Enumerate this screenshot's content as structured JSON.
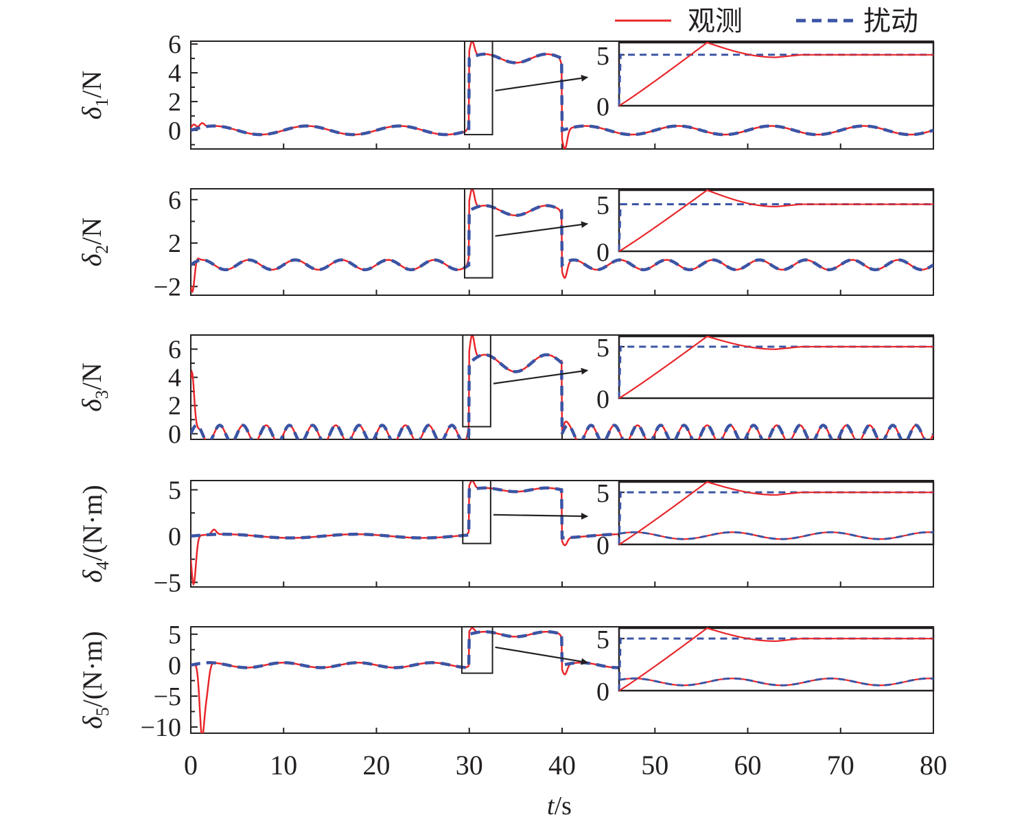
{
  "colors": {
    "observed": "#e8262a",
    "disturbance": "#3b54a4",
    "axis": "#231f20",
    "arrow": "#231f20"
  },
  "legend": {
    "observed": "观测",
    "disturbance": "扰动",
    "placement": "top-right"
  },
  "x_axis": {
    "label_italic": "t",
    "label_rest": "/s",
    "range": [
      0,
      80
    ],
    "ticks": [
      "0",
      "10",
      "20",
      "30",
      "40",
      "50",
      "60",
      "70",
      "80"
    ]
  },
  "chart_data": [
    {
      "type": "line",
      "ylabel": {
        "symbol": "δ",
        "sub": "1",
        "unit": "/N"
      },
      "ylim": [
        -1.3,
        6.2
      ],
      "yticks": [
        0,
        2,
        4,
        6
      ],
      "ytick_labels": [
        "0",
        "2",
        "4",
        "6"
      ],
      "disturbance": {
        "amplitude": 0.3,
        "frequency_hz": 0.1,
        "step_value": 5,
        "step_start": 30,
        "step_end": 40,
        "bump_amplitude": 0.3
      },
      "observed_transients": [
        {
          "t": 0.3,
          "v": 0.4
        },
        {
          "t": 1.2,
          "v": 0.5
        },
        {
          "t": 30.3,
          "v": 6.2
        },
        {
          "t": 40.3,
          "v": -1.3
        }
      ],
      "zoom_box_x": [
        29.5,
        32.5
      ],
      "zoom_box_y": [
        -0.3,
        6.2
      ],
      "inset": {
        "yticks": [
          "0",
          "5"
        ],
        "ylim": [
          0,
          6.2
        ],
        "step_value": 5,
        "observed_peak": 6.2,
        "show_oscillation": false
      }
    },
    {
      "type": "line",
      "ylabel": {
        "symbol": "δ",
        "sub": "2",
        "unit": "/N"
      },
      "ylim": [
        -2.8,
        7
      ],
      "yticks": [
        -2,
        2,
        6
      ],
      "ytick_labels": [
        "−2",
        "2",
        "6"
      ],
      "disturbance": {
        "amplitude": 0.45,
        "frequency_hz": 0.2,
        "step_value": 5,
        "step_start": 30,
        "step_end": 40,
        "bump_amplitude": 0.45
      },
      "observed_transients": [
        {
          "t": 0.2,
          "v": -2.8
        },
        {
          "t": 0.5,
          "v": 1
        },
        {
          "t": 30.3,
          "v": 7
        },
        {
          "t": 40.3,
          "v": -1.2
        }
      ],
      "zoom_box_x": [
        29.5,
        32.5
      ],
      "zoom_box_y": [
        -1.2,
        7
      ],
      "inset": {
        "yticks": [
          "0",
          "5"
        ],
        "ylim": [
          0,
          6.5
        ],
        "step_value": 5,
        "observed_peak": 6.5,
        "show_oscillation": false
      }
    },
    {
      "type": "line",
      "ylabel": {
        "symbol": "δ",
        "sub": "3",
        "unit": "/N"
      },
      "ylim": [
        -0.4,
        7
      ],
      "yticks": [
        0,
        2,
        4,
        6
      ],
      "ytick_labels": [
        "0",
        "2",
        "4",
        "6"
      ],
      "disturbance": {
        "amplitude": 0.6,
        "frequency_hz": 0.4,
        "step_value": 5,
        "step_start": 30,
        "step_end": 40,
        "bump_amplitude": 0.6
      },
      "observed_transients": [
        {
          "t": 0.1,
          "v": 4.4
        },
        {
          "t": 0.6,
          "v": 0.3
        },
        {
          "t": 30.3,
          "v": 7
        },
        {
          "t": 40.3,
          "v": 0.8
        }
      ],
      "zoom_box_x": [
        29.3,
        32.3
      ],
      "zoom_box_y": [
        0.5,
        7
      ],
      "inset": {
        "yticks": [
          "0",
          "5"
        ],
        "ylim": [
          0,
          6
        ],
        "step_value": 5,
        "observed_peak": 6,
        "show_oscillation": false
      }
    },
    {
      "type": "line",
      "ylabel": {
        "symbol": "δ",
        "sub": "4",
        "unit": "/(N·m)"
      },
      "ylim": [
        -5.5,
        6
      ],
      "yticks": [
        -5,
        0,
        5
      ],
      "ytick_labels": [
        "−5",
        "0",
        "5"
      ],
      "disturbance": {
        "amplitude": 0.2,
        "frequency_hz": 0.07,
        "step_value": 5,
        "step_start": 30,
        "step_end": 40,
        "bump_amplitude": 0.2
      },
      "observed_transients": [
        {
          "t": 0.3,
          "v": -5.2
        },
        {
          "t": 2.5,
          "v": 0.7
        },
        {
          "t": 30.3,
          "v": 6
        },
        {
          "t": 40.3,
          "v": -1
        }
      ],
      "zoom_box_x": [
        29.3,
        32.3
      ],
      "zoom_box_y": [
        -0.8,
        6
      ],
      "inset": {
        "yticks": [
          "0",
          "5"
        ],
        "ylim": [
          0,
          6
        ],
        "step_value": 5,
        "observed_peak": 6,
        "show_oscillation": true
      }
    },
    {
      "type": "line",
      "ylabel": {
        "symbol": "δ",
        "sub": "5",
        "unit": "/(N·m)"
      },
      "ylim": [
        -11,
        6.2
      ],
      "yticks": [
        -10,
        -5,
        0,
        5
      ],
      "ytick_labels": [
        "−10",
        "−5",
        "0",
        "5"
      ],
      "disturbance": {
        "amplitude": 0.4,
        "frequency_hz": 0.125,
        "step_value": 5,
        "step_start": 30,
        "step_end": 40,
        "bump_amplitude": 0.4
      },
      "observed_transients": [
        {
          "t": 1.2,
          "v": -11
        },
        {
          "t": 1.7,
          "v": -4
        },
        {
          "t": 30.3,
          "v": 6
        },
        {
          "t": 40.3,
          "v": -1.5
        }
      ],
      "zoom_box_x": [
        29.2,
        32.5
      ],
      "zoom_box_y": [
        -1.3,
        6.2
      ],
      "inset": {
        "yticks": [
          "0",
          "5"
        ],
        "ylim": [
          0,
          6
        ],
        "step_value": 5,
        "observed_peak": 6,
        "show_oscillation": true
      }
    }
  ]
}
